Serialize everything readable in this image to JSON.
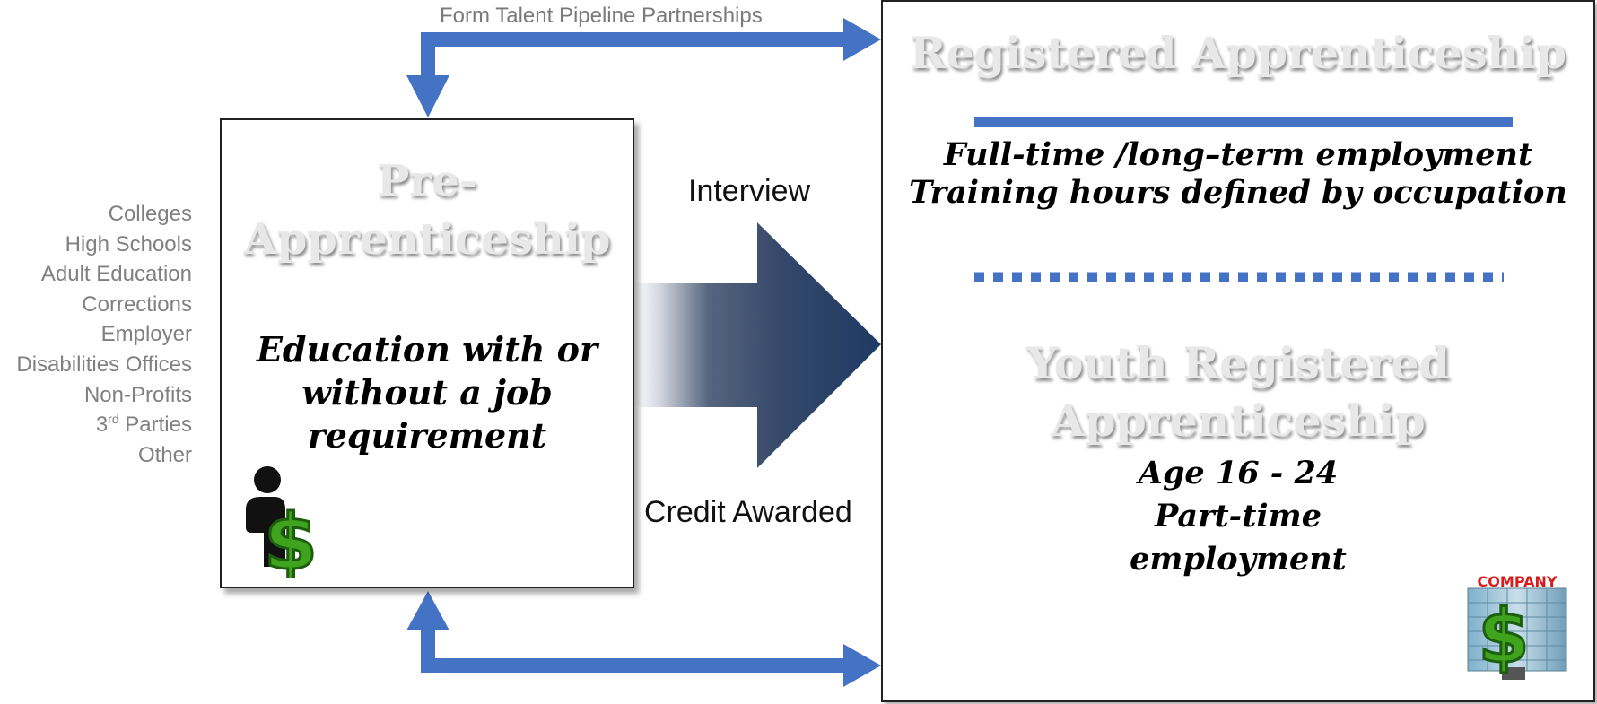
{
  "top_arrow_label": "Form Talent Pipeline Partnerships",
  "sources": {
    "items": [
      "Colleges",
      "High Schools",
      "Adult Education",
      "Corrections",
      "Employer",
      "Disabilities Offices",
      "Non-Profits"
    ],
    "third_prefix": "3",
    "third_super": "rd",
    "third_suffix": " Parties",
    "last": "Other"
  },
  "pre_apprenticeship": {
    "title_line1": "Pre-",
    "title_line2": "Apprenticeship",
    "desc_line1": "Education with or",
    "desc_line2": "without a job",
    "desc_line3": "requirement",
    "icon": "person-dollar-icon"
  },
  "flow": {
    "interview_label": "Interview",
    "credit_label": "Credit Awarded"
  },
  "registered_apprenticeship": {
    "title": "Registered Apprenticeship",
    "line1": "Full-time /long–term employment",
    "line2": "Training hours defined by occupation"
  },
  "youth_apprenticeship": {
    "title_line1": "Youth Registered",
    "title_line2": "Apprenticeship",
    "detail1": "Age 16 - 24",
    "detail2": "Part-time",
    "detail3": "employment"
  },
  "company_icon": {
    "label": "COMPANY",
    "icon": "company-dollar-icon"
  },
  "colors": {
    "connector_blue": "#4472c4",
    "big_arrow_dark": "#1f3a63",
    "ghost_text": "#e8e8e8",
    "source_gray": "#808080"
  }
}
